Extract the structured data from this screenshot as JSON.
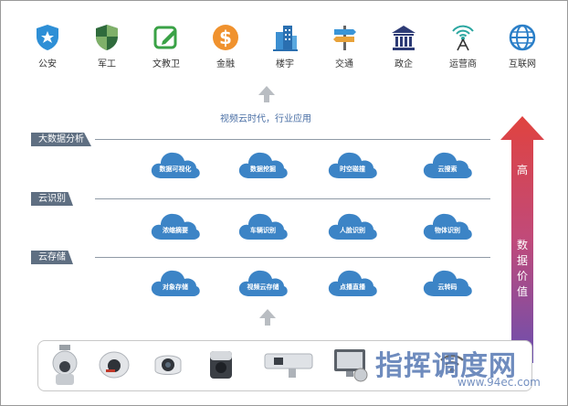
{
  "industries": [
    {
      "label": "公安",
      "icon": "police-shield-icon"
    },
    {
      "label": "军工",
      "icon": "military-shield-icon"
    },
    {
      "label": "文教卫",
      "icon": "education-pencil-icon"
    },
    {
      "label": "金融",
      "icon": "finance-dollar-icon"
    },
    {
      "label": "楼宇",
      "icon": "building-icon"
    },
    {
      "label": "交通",
      "icon": "traffic-signpost-icon"
    },
    {
      "label": "政企",
      "icon": "government-building-icon"
    },
    {
      "label": "运营商",
      "icon": "operator-antenna-icon"
    },
    {
      "label": "互联网",
      "icon": "internet-globe-icon"
    }
  ],
  "era_label": "视频云时代，行业应用",
  "layers": [
    {
      "name": "大数据分析",
      "services": [
        "数据可视化",
        "数据挖掘",
        "时空碰撞",
        "云搜索"
      ]
    },
    {
      "name": "云识别",
      "services": [
        "浓缩摘要",
        "车辆识别",
        "人脸识别",
        "物体识别"
      ]
    },
    {
      "name": "云存储",
      "services": [
        "对象存储",
        "视频云存储",
        "点播直播",
        "云转码"
      ]
    }
  ],
  "value_axis": {
    "top": "高",
    "label_chars": [
      "数",
      "据",
      "价",
      "值"
    ]
  },
  "devices": [
    "speed-dome-camera-icon",
    "dome-camera-icon",
    "turret-camera-icon",
    "cube-camera-icon",
    "bullet-camera-icon",
    "monitor-icon",
    "wireless-icon"
  ],
  "watermark": {
    "text": "指挥调度网",
    "url": "www.94ec.com"
  },
  "colors": {
    "cloud": "#3c84c6",
    "layer_tag": "#5f6f82",
    "arrow_top": "#e0433f",
    "arrow_bottom": "#6a4fb0"
  }
}
